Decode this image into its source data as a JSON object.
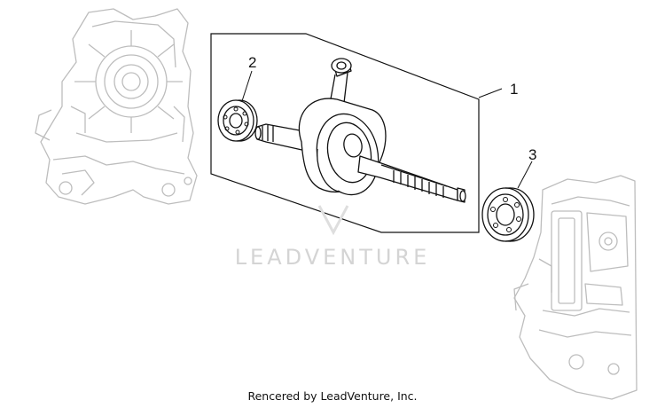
{
  "callouts": {
    "one": "1",
    "two": "2",
    "three": "3"
  },
  "parts": {
    "crankshaft": "crankshaft assembly",
    "bearing_left": "bearing",
    "bearing_right": "bearing",
    "case_left": "left crankcase",
    "case_right": "right crankcase"
  },
  "watermark": "LEADVENTURE",
  "footer": "Rencered by LeadVenture, Inc.",
  "colors": {
    "line": "#111111",
    "ghost": "#bdbdbd",
    "watermark": "#d4d4d4"
  }
}
